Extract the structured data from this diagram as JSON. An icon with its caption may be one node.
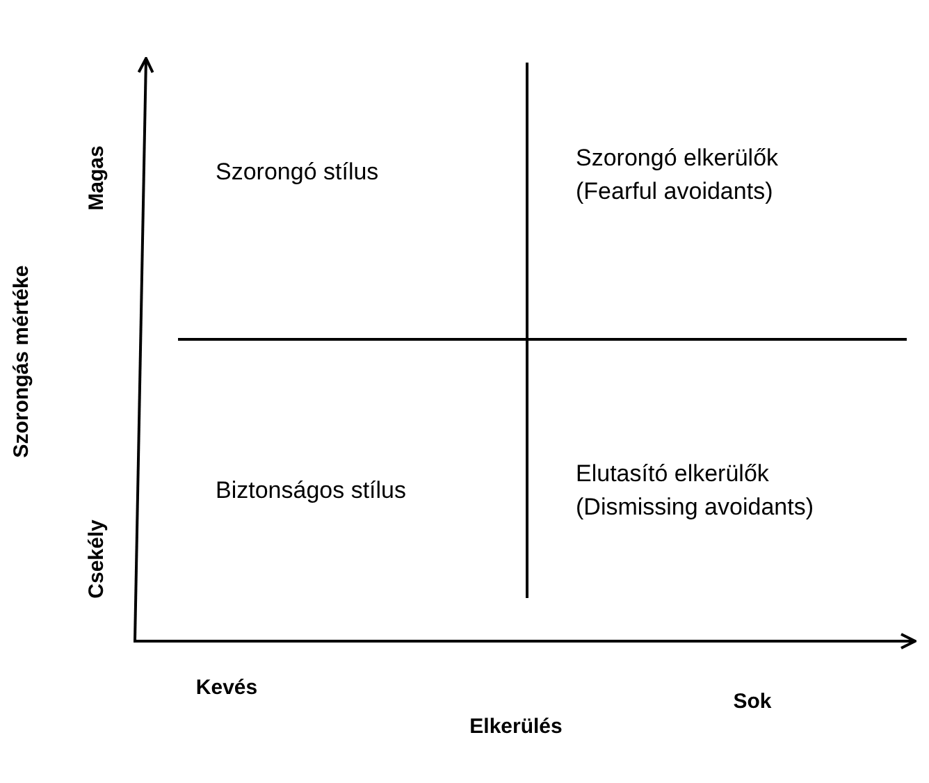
{
  "diagram": {
    "labels": [
      "Szorongó stílus",
      "Szorongó elkerülők (Fearful avoidants)",
      "Magas",
      "Szorongás mértéke",
      "Biztonságos stílus",
      "Elutasító elkerülők (Dismissing avoidants)",
      "Csekély",
      "Kevés",
      "Sok",
      "Elkerülés"
    ]
  }
}
